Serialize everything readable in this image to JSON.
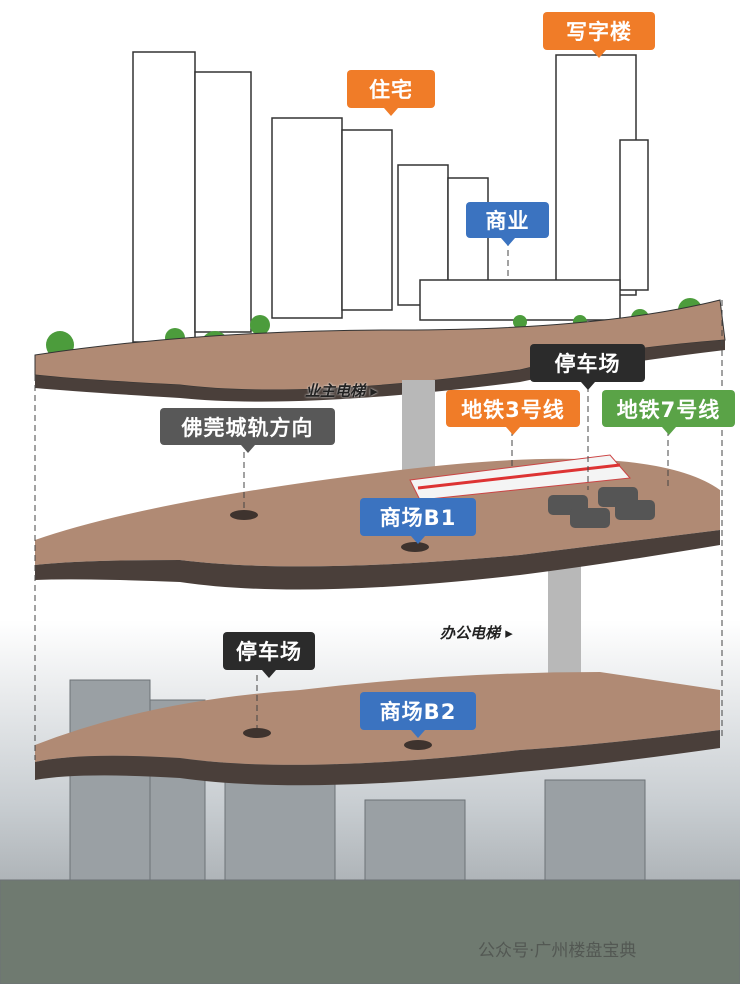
{
  "labels": {
    "office": "写字楼",
    "residential": "住宅",
    "commercial": "商业",
    "parking_top": "停车场",
    "owner_elevator": "业主电梯",
    "foguan_direction": "佛莞城轨方向",
    "metro3": "地铁3号线",
    "metro7": "地铁7号线",
    "mall_b1": "商场B1",
    "office_elevator": "办公电梯",
    "parking_b2": "停车场",
    "mall_b2": "商场B2"
  },
  "watermark": "公众号·广州楼盘宝典",
  "colors": {
    "orange": "#f07c28",
    "blue": "#3b73c0",
    "dark": "#2b2b2b",
    "green": "#5aa347",
    "ground": "#b08a74"
  }
}
